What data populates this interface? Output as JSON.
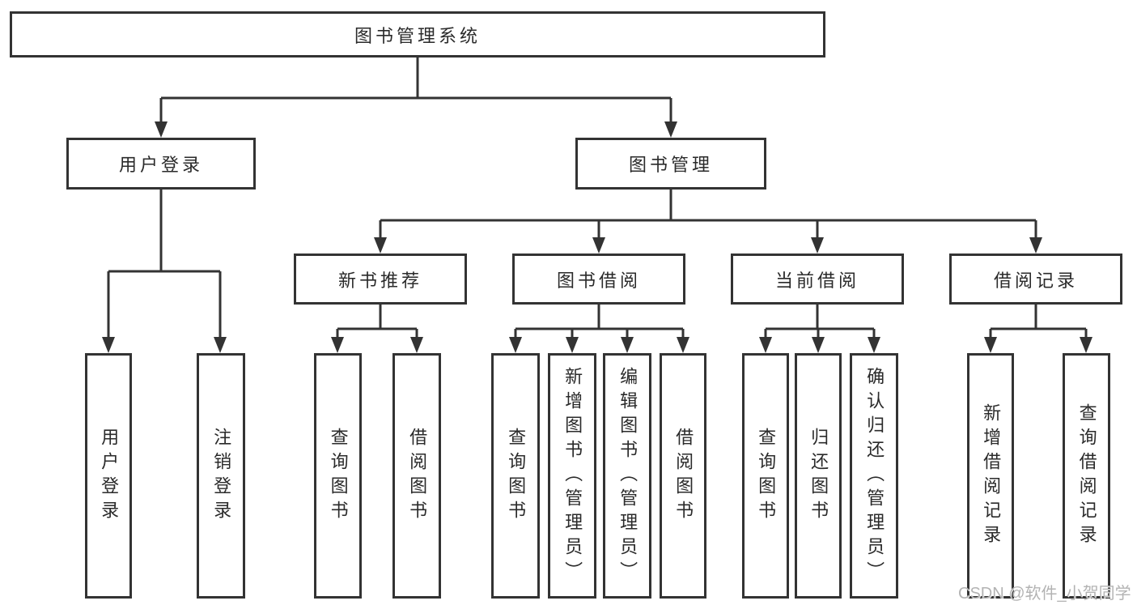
{
  "diagram_type": "hierarchy",
  "colors": {
    "line": "#333333",
    "box_border": "#333333",
    "text": "#2a2a2a",
    "background": "#ffffff",
    "watermark": "#b3b3b3"
  },
  "tree": {
    "label": "图书管理系统",
    "children": [
      {
        "label": "用户登录",
        "children": [
          {
            "label": "用户登录"
          },
          {
            "label": "注销登录"
          }
        ]
      },
      {
        "label": "图书管理",
        "children": [
          {
            "label": "新书推荐",
            "children": [
              {
                "label": "查询图书"
              },
              {
                "label": "借阅图书"
              }
            ]
          },
          {
            "label": "图书借阅",
            "children": [
              {
                "label": "查询图书"
              },
              {
                "label": "新增图书（管理员）"
              },
              {
                "label": "编辑图书（管理员）"
              },
              {
                "label": "借阅图书"
              }
            ]
          },
          {
            "label": "当前借阅",
            "children": [
              {
                "label": "查询图书"
              },
              {
                "label": "归还图书"
              },
              {
                "label": "确认归还（管理员）"
              }
            ]
          },
          {
            "label": "借阅记录",
            "children": [
              {
                "label": "新增借阅记录"
              },
              {
                "label": "查询借阅记录"
              }
            ]
          }
        ]
      }
    ]
  },
  "watermark": {
    "text": "CSDN @软件_小贺同学"
  }
}
